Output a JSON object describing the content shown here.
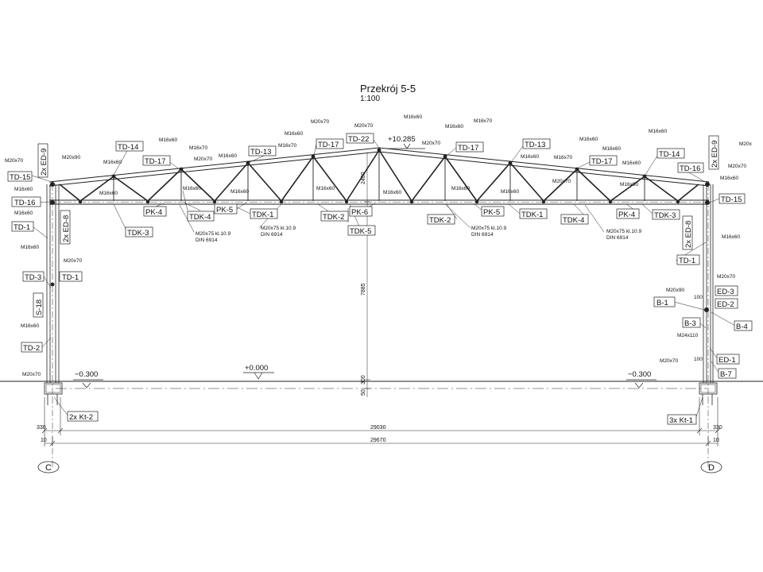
{
  "title": "Przekrój 5-5",
  "scale": "1:100",
  "levels": {
    "ridge": "+10.285",
    "zero": "+0.000",
    "left": "−0.300",
    "right": "−0.300"
  },
  "dims": {
    "span_inner": "29030",
    "span_outer": "29670",
    "left_edge": "330",
    "right_edge": "330",
    "left_small": "10",
    "right_small": "10",
    "height": "7885",
    "apex": "2400",
    "base_a": "300",
    "base_b": "50",
    "right_100a": "100",
    "right_100b": "100"
  },
  "axes": {
    "left": "C",
    "right": "D"
  },
  "tags": {
    "td15_l": "TD-15",
    "ed9_l": "2x ED-9",
    "td16_l": "TD-16",
    "ed8_l": "2x ED-8",
    "td1_l": "TD-1",
    "td3_l": "TD-3",
    "td1_l2": "TD-1",
    "s18": "S-18",
    "td2_l": "TD-2",
    "kt2": "2x Kt-2",
    "td14_l": "TD-14",
    "td17_l1": "TD-17",
    "td13_l": "TD-13",
    "td17_l2": "TD-17",
    "td22": "TD-22",
    "td17_r1": "TD-17",
    "td13_r": "TD-13",
    "td17_r2": "TD-17",
    "td14_r": "TD-14",
    "pk4_l": "PK-4",
    "tdk4_l": "TDK-4",
    "pk5_l": "PK-5",
    "tdk1_l": "TDK-1",
    "tdk2_l": "TDK-2",
    "pk6": "PK-6",
    "tdk5": "TDK-5",
    "tdk3_l": "TDK-3",
    "tdk2_r": "TDK-2",
    "pk5_r": "PK-5",
    "tdk1_r": "TDK-1",
    "tdk4_r": "TDK-4",
    "pk4_r": "PK-4",
    "tdk3_r": "TDK-3",
    "td16_r": "TD-16",
    "ed9_r": "2x ED-9",
    "td15_r": "TD-15",
    "ed8_r": "2x ED-8",
    "td1_r": "TD-1",
    "ed3": "ED-3",
    "b1": "B-1",
    "ed2": "ED-2",
    "b4": "B-4",
    "b3": "B-3",
    "ed1": "ED-1",
    "b7": "B-7",
    "kt1": "3x Kt-1"
  },
  "bolts": {
    "m120x70_l": "M20x70",
    "m20x90_l": "M20x90",
    "m16x60_l1": "M16x60",
    "m16x60_l2": "M16x60",
    "m16x60_l3": "M16x60",
    "m20x70_l2": "M20x70",
    "m16x60_l4": "M16x60",
    "m20x70_base_l": "M20x70",
    "m16x60_a": "M16x60",
    "m16x60_b": "M16x60",
    "m16x60_c": "M16x60",
    "m16x70_d": "M16x70",
    "m20x70_e": "M20x70",
    "m16x60_f": "M16x60",
    "m16x60_g": "M16x60",
    "m16x60_h": "M16x60",
    "m16x70_i": "M16x70",
    "m20x70_j": "M20x70",
    "m16x60_k": "M16x60",
    "m20x70_l": "M20x70",
    "m16x60_m": "M16x60",
    "m16x60_n": "M16x60",
    "m16x60_o": "M16x60",
    "m16x70_p": "M16x70",
    "m20x70_q": "M20x70",
    "m16x60_r": "M16x60",
    "m16x60_s": "M16x60",
    "m16x60_t": "M16x60",
    "m16x60_u": "M16x60",
    "m16x70_v": "M16x70",
    "m16x60_w": "M16x60",
    "m20x70_x": "M20x70",
    "m16x60_y": "M16x60",
    "m16x60_z": "M16x60",
    "m16x60_aa": "M16x60",
    "m16x60_bb": "M16x60",
    "m20x70_r1": "M20x70",
    "m16x60_r2": "M16x60",
    "m16x60_r3": "M16x60",
    "m20x70_r4": "M20x70",
    "m20x90_r": "M20x90",
    "m24x110": "M24x110",
    "m20x70_base_r": "M20x70",
    "m20x_r": "M20x"
  },
  "notes": {
    "n1a": "M20x75 kl.10.9",
    "n1b": "DIN 6914",
    "n2a": "M20x75 kl.10.9",
    "n2b": "DIN 6914",
    "n3a": "M20x75 kl.10.9",
    "n3b": "DIN 6914",
    "n4a": "M20x75 kl.10.9",
    "n4b": "DIN 6914"
  }
}
